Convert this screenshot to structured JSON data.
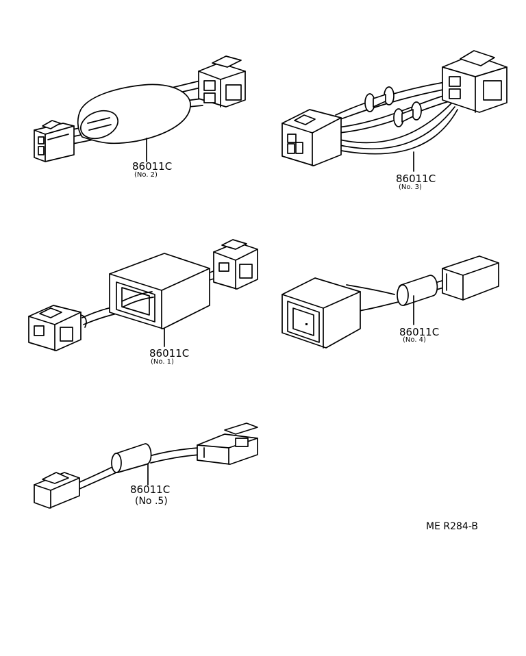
{
  "parts": [
    {
      "part_number": "86011C",
      "note": "(No. 2)"
    },
    {
      "part_number": "86011C",
      "note": "(No. 3)"
    },
    {
      "part_number": "86011C",
      "note": "(No. 1)"
    },
    {
      "part_number": "86011C",
      "note": "(No. 4)"
    },
    {
      "part_number": "86011C",
      "note": "(No .5)"
    }
  ],
  "reference_code": "ME R284-B"
}
